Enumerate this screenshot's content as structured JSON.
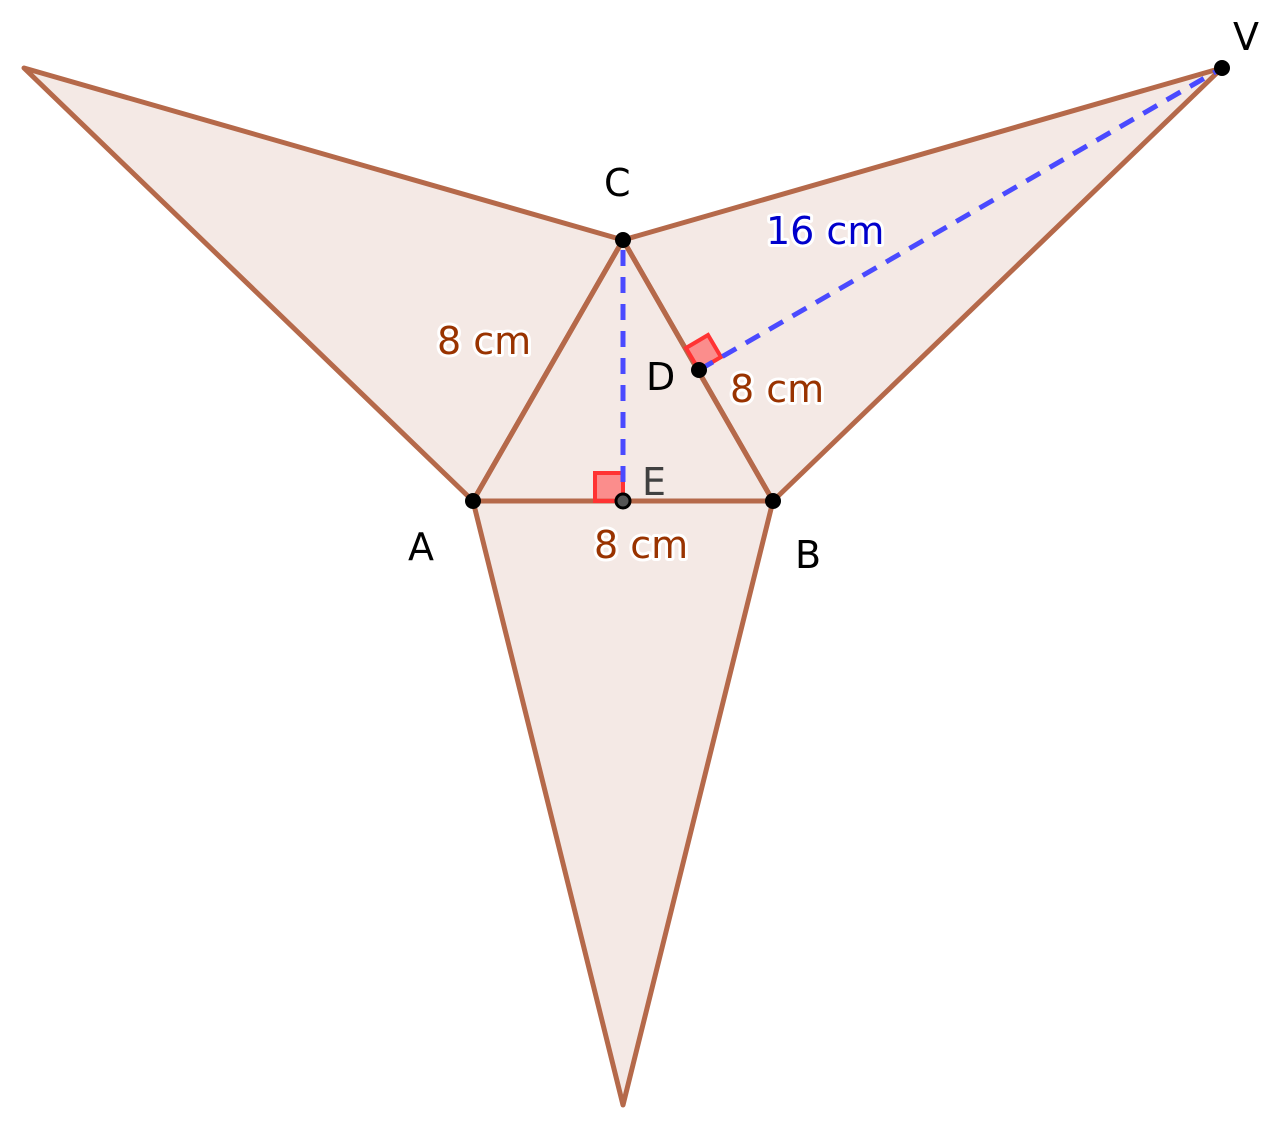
{
  "diagram": {
    "type": "pyramid-net",
    "points": {
      "A": "A",
      "B": "B",
      "C": "C",
      "D": "D",
      "E": "E",
      "V": "V"
    },
    "lengths": {
      "AC": "8 cm",
      "CB": "8 cm",
      "AB": "8 cm",
      "DV": "16 cm"
    },
    "colors": {
      "face_fill": "#f4e9e5",
      "edge": "#b5694a",
      "dashed": "#4a4aff",
      "right_angle": "#ff3333",
      "length_label": "#993300",
      "slant_label": "#0000cc"
    }
  }
}
